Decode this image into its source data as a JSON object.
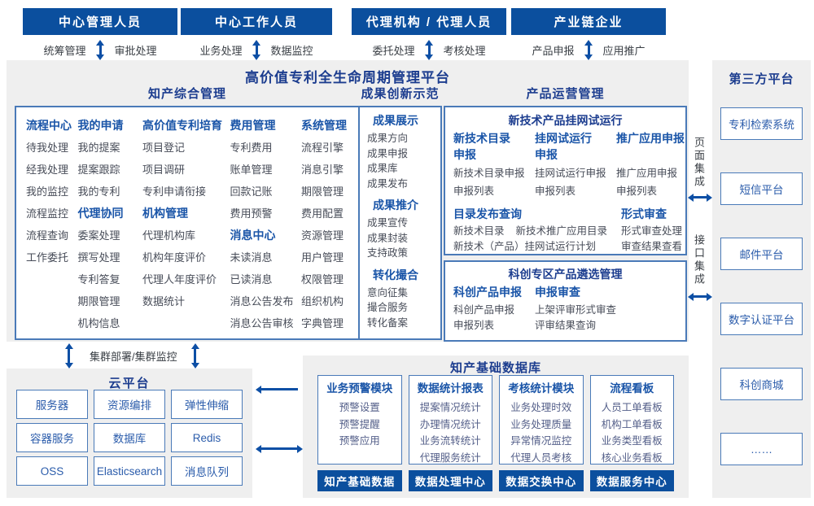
{
  "palette": {
    "header_bg": "#0b4f9e",
    "title_navy": "#1c3d8f",
    "category_blue": "#1a55a8",
    "item_text": "#474c58",
    "box_border": "#4a7ab8",
    "panel_bg": "#efefef",
    "arrow_blue": "#0d4fa5"
  },
  "top_roles": [
    {
      "title": "中心管理人员",
      "left": "统筹管理",
      "right": "审批处理"
    },
    {
      "title": "中心工作人员",
      "left": "业务处理",
      "right": "数据监控"
    },
    {
      "title": "代理机构 / 代理人员",
      "left": "委托处理",
      "right": "考核处理"
    },
    {
      "title": "产业链企业",
      "left": "产品申报",
      "right": "应用推广"
    }
  ],
  "platform_title": "高价值专利全生命周期管理平台",
  "zhichan": {
    "title": "知产综合管理",
    "columns": [
      {
        "groups": [
          {
            "header": "流程中心",
            "items": [
              "待我处理",
              "经我处理",
              "我的监控",
              "流程监控",
              "流程查询",
              "工作委托"
            ]
          }
        ]
      },
      {
        "groups": [
          {
            "header": "我的申请",
            "items": [
              "我的提案",
              "提案跟踪",
              "我的专利"
            ]
          },
          {
            "header": "代理协同",
            "items": [
              "委案处理",
              "撰写处理",
              "专利答复",
              "期限管理",
              "机构信息"
            ]
          }
        ]
      },
      {
        "groups": [
          {
            "header": "高价值专利培育",
            "items": [
              "项目登记",
              "项目调研",
              "专利申请衔接"
            ]
          },
          {
            "header": "机构管理",
            "items": [
              "代理机构库",
              "机构年度评价",
              "代理人年度评价",
              "数据统计"
            ]
          }
        ]
      },
      {
        "groups": [
          {
            "header": "费用管理",
            "items": [
              "专利费用",
              "账单管理",
              "回款记账",
              "费用预警"
            ]
          },
          {
            "header": "消息中心",
            "items": [
              "未读消息",
              "已读消息",
              "消息公告发布",
              "消息公告审核"
            ]
          }
        ]
      },
      {
        "groups": [
          {
            "header": "系统管理",
            "items": [
              "流程引擎",
              "消息引擎",
              "期限管理",
              "费用配置",
              "资源管理",
              "用户管理",
              "权限管理",
              "组织机构",
              "字典管理"
            ]
          }
        ]
      }
    ]
  },
  "chengguo": {
    "title": "成果创新示范",
    "groups": [
      {
        "header": "成果展示",
        "items": [
          "成果方向",
          "成果申报",
          "成果库",
          "成果发布"
        ]
      },
      {
        "header": "成果推介",
        "items": [
          "成果宣传",
          "成果封装",
          "支持政策"
        ]
      },
      {
        "header": "转化撮合",
        "items": [
          "意向征集",
          "撮合服务",
          "转化备案"
        ]
      }
    ]
  },
  "chanpin": {
    "title": "产品运营管理",
    "box1": {
      "title": "新技术产品挂网试运行",
      "columns": [
        {
          "h1": "新技术目录",
          "h2": "申报",
          "items": [
            "新技术目录申报",
            "申报列表"
          ]
        },
        {
          "h1": "挂网试运行",
          "h2": "申报",
          "items": [
            "挂网试运行申报",
            "申报列表"
          ]
        },
        {
          "h1": "推广应用申报",
          "h2": "",
          "items": [
            "推广应用申报",
            "申报列表"
          ]
        }
      ],
      "catalog": {
        "header": "目录发布查询",
        "row1": [
          "新技术目录",
          "新技术推广应用目录"
        ],
        "row2": "新技术（产品）挂网试运行计划"
      },
      "review": {
        "header": "形式审查",
        "items": [
          "形式审查处理",
          "审查结果查看"
        ]
      }
    },
    "box2": {
      "title": "科创专区产品遴选管理",
      "columns": [
        {
          "header": "科创产品申报",
          "items": [
            "科创产品申报",
            "申报列表"
          ]
        },
        {
          "header": "申报审查",
          "items": [
            "上架评审形式审查",
            "评审结果查询"
          ]
        }
      ]
    }
  },
  "integration": {
    "page": "页面集成",
    "api": "接口集成"
  },
  "third_party": {
    "title": "第三方平台",
    "boxes": [
      "专利检索系统",
      "短信平台",
      "邮件平台",
      "数字认证平台",
      "科创商城",
      "……"
    ]
  },
  "cluster_label": "集群部署/集群监控",
  "cloud": {
    "title": "云平台",
    "boxes": [
      "服务器",
      "资源编排",
      "弹性伸缩",
      "容器服务",
      "数据库",
      "Redis",
      "OSS",
      "Elasticsearch",
      "消息队列"
    ]
  },
  "database": {
    "title": "知产基础数据库",
    "columns": [
      {
        "header": "业务预警模块",
        "items": [
          "预警设置",
          "预警提醒",
          "预警应用"
        ],
        "footer": "知产基础数据"
      },
      {
        "header": "数据统计报表",
        "items": [
          "提案情况统计",
          "办理情况统计",
          "业务流转统计",
          "代理服务统计"
        ],
        "footer": "数据处理中心"
      },
      {
        "header": "考核统计模块",
        "items": [
          "业务处理时效",
          "业务处理质量",
          "异常情况监控",
          "代理人员考核"
        ],
        "footer": "数据交换中心"
      },
      {
        "header": "流程看板",
        "items": [
          "人员工单看板",
          "机构工单看板",
          "业务类型看板",
          "核心业务看板"
        ],
        "footer": "数据服务中心"
      }
    ]
  }
}
